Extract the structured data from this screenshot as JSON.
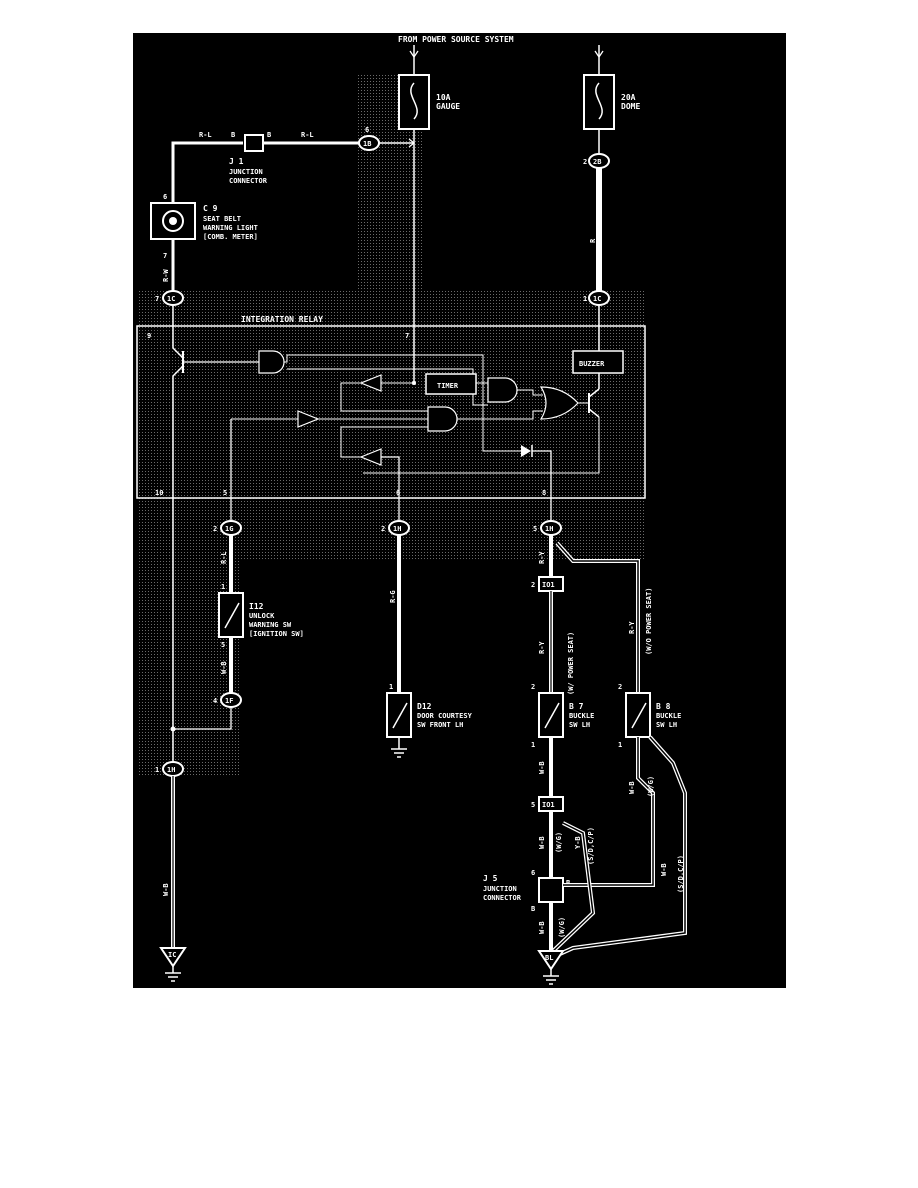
{
  "header": "FROM POWER SOURCE SYSTEM",
  "fuses": [
    {
      "rating": "10A",
      "name": "GAUGE"
    },
    {
      "rating": "20A",
      "name": "DOME"
    }
  ],
  "relay": {
    "title": "INTEGRATION RELAY",
    "timer": "TIMER",
    "buzzer": "BUZZER"
  },
  "components": {
    "j1": {
      "ref": "J 1",
      "name1": "JUNCTION",
      "name2": "CONNECTOR"
    },
    "c9": {
      "ref": "C 9",
      "name1": "SEAT BELT",
      "name2": "WARNING LIGHT",
      "name3": "[COMB. METER]"
    },
    "i12": {
      "ref": "I12",
      "name1": "UNLOCK",
      "name2": "WARNING SW",
      "name3": "[IGNITION SW]"
    },
    "d12": {
      "ref": "D12",
      "name1": "DOOR COURTESY",
      "name2": "SW FRONT LH"
    },
    "b7": {
      "ref": "B 7",
      "name1": "BUCKLE",
      "name2": "SW LH"
    },
    "b8": {
      "ref": "B 8",
      "name1": "BUCKLE",
      "name2": "SW LH"
    },
    "j5": {
      "ref": "J 5",
      "name1": "JUNCTION",
      "name2": "CONNECTOR"
    }
  },
  "connectors": {
    "c1b": "1B",
    "c2b": "2B",
    "c1c_top": "1C",
    "c1c_right": "1C",
    "c1g": "1G",
    "c1h_mid": "1H",
    "c1h_right": "1H",
    "c1f": "1F",
    "io1_a": "IO1",
    "io1_b": "IO1",
    "c1h_bot": "1H"
  },
  "grounds": {
    "ic": "IC",
    "bl": "BL"
  },
  "wires": {
    "rl1": "R-L",
    "b1": "B",
    "b2": "B",
    "rl2": "R-L",
    "rw": "R-W",
    "r": "R",
    "rl3": "R-L",
    "wb1": "W-B",
    "wb_left": "W-B",
    "rg": "R-G",
    "ry1": "R-Y",
    "ry2": "R-Y",
    "wb2": "W-B",
    "wg1": "(W/G)",
    "wb3": "W-B",
    "wg2": "(W/G)",
    "wb4": "W-B",
    "yb": "Y-B",
    "sdcp1": "(S/D,C/P)",
    "wb5": "W-B",
    "wg3": "(W/G)",
    "wb6": "W-B",
    "sdcp2": "(S/D,C/P)"
  },
  "variants": {
    "with_power_seat": "(W/ POWER SEAT)",
    "without_power_seat": "(W/O POWER SEAT)"
  },
  "pins": {
    "p6_top": "6",
    "p2_top": "2",
    "p6_c9": "6",
    "p7_c9": "7",
    "p7_c": "7",
    "p1_c": "1",
    "p9": "9",
    "p7_relay": "7",
    "p10": "10",
    "p5": "5",
    "p6": "6",
    "p8": "8",
    "p2_g": "2",
    "p2_h": "2",
    "p5_h": "5",
    "p1_i12": "1",
    "p5_i12": "5",
    "p4_f": "4",
    "p2_io1": "2",
    "p2_b7": "2",
    "p2_b8": "2",
    "p1_d12": "1",
    "p1_b7": "1",
    "p1_b8": "1",
    "p5_io1": "5",
    "p1_h": "1",
    "p6_j5": "6",
    "pb_j5a": "B",
    "pb_j5b": "B"
  }
}
